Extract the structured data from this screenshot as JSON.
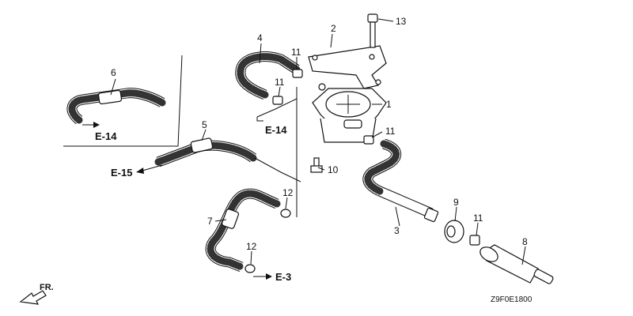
{
  "callouts": {
    "fuel_pump": "1",
    "bracket": "2",
    "tube_3": "3",
    "tube_4": "4",
    "tube_5": "5",
    "tube_6": "6",
    "tube_7": "7",
    "fuel_filter": "8",
    "grommet": "9",
    "bolt_10": "10",
    "clip_11_a": "11",
    "clip_11_b": "11",
    "clip_11_c": "11",
    "clip_11_d": "11",
    "clip_12_a": "12",
    "clip_12_b": "12",
    "bolt_13": "13"
  },
  "references": {
    "e14_a": "E-14",
    "e14_b": "E-14",
    "e15": "E-15",
    "e3": "E-3"
  },
  "front_label": "FR.",
  "diagram_code": "Z9F0E1800"
}
